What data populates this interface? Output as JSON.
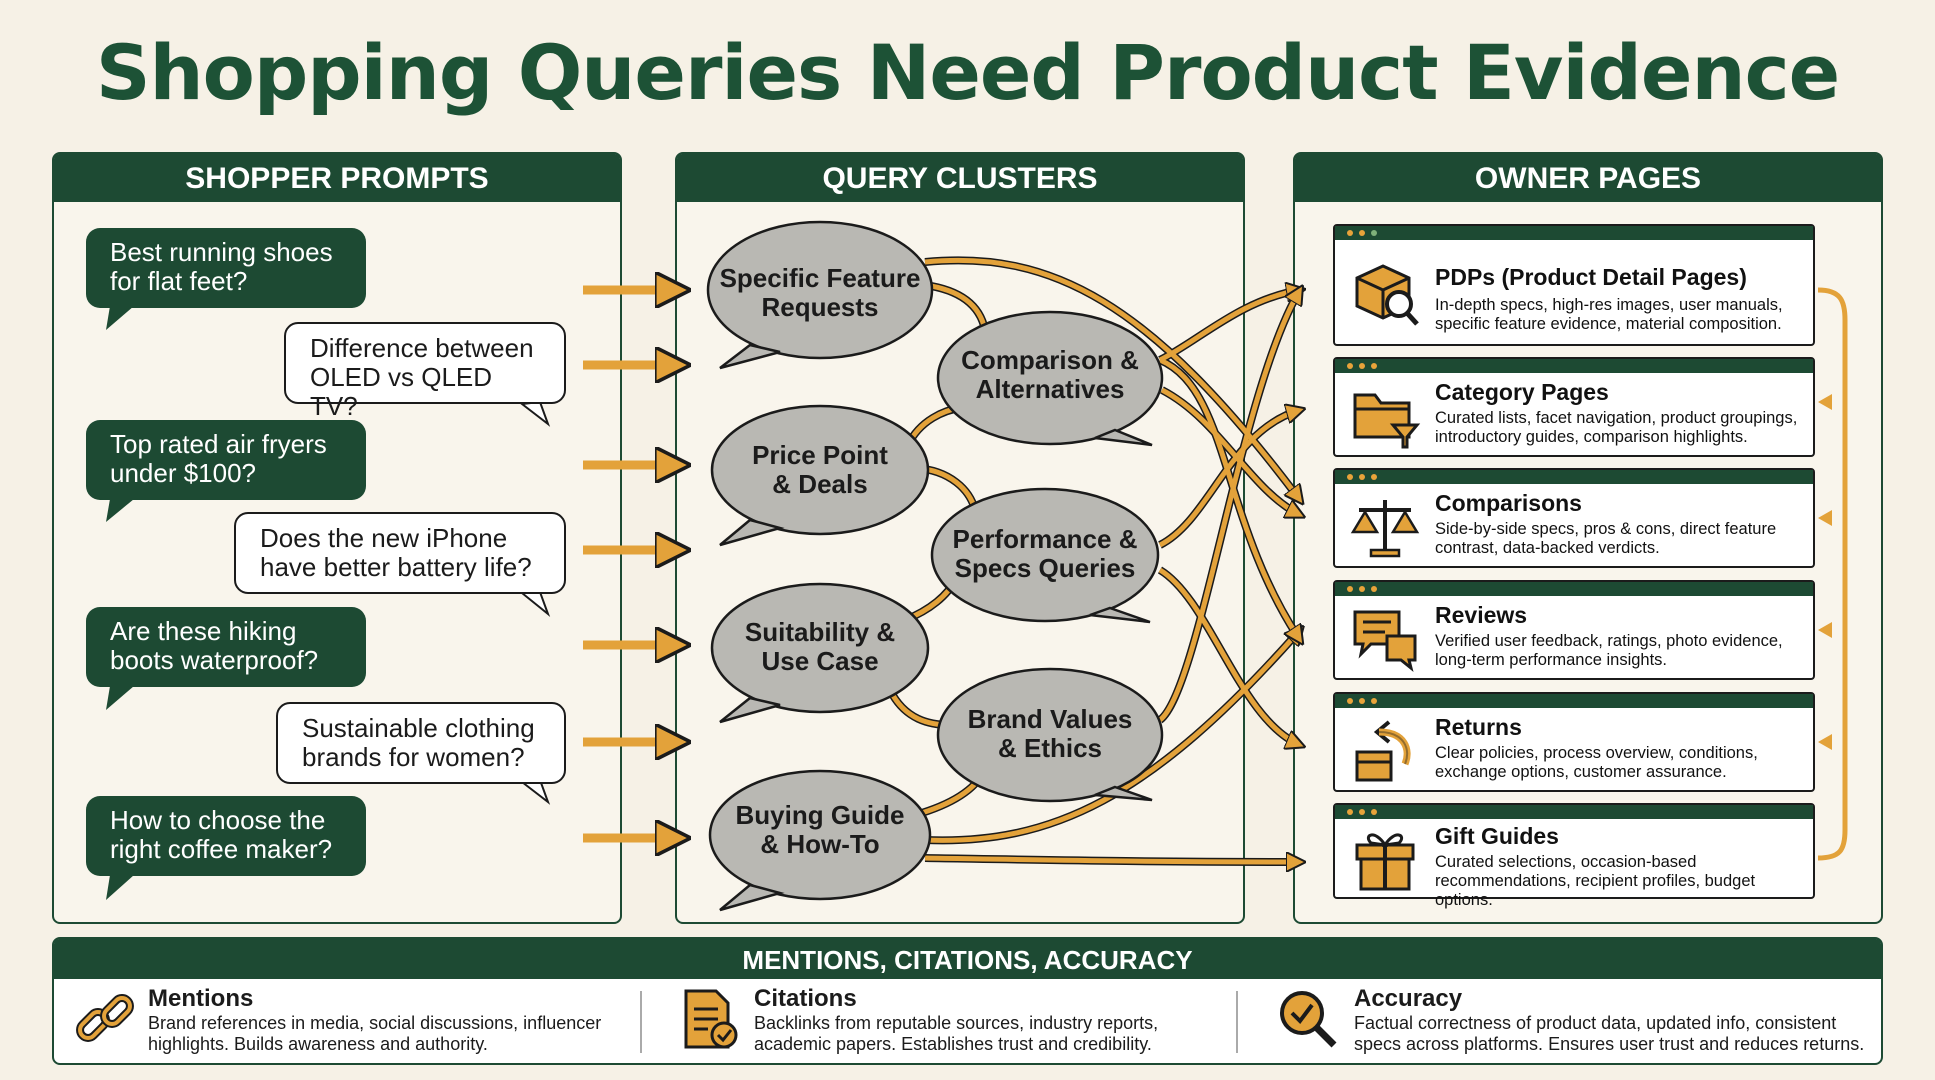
{
  "title": "Shopping Queries Need Product Evidence",
  "columns": {
    "prompts": "SHOPPER PROMPTS",
    "clusters": "QUERY CLUSTERS",
    "owners": "OWNER PAGES"
  },
  "prompts": [
    {
      "line1": "Best running shoes",
      "line2": "for flat feet?"
    },
    {
      "line1": "Difference between",
      "line2": "OLED vs QLED TV?"
    },
    {
      "line1": "Top rated air fryers",
      "line2": "under $100?"
    },
    {
      "line1": "Does the new iPhone",
      "line2": "have better battery life?"
    },
    {
      "line1": "Are these hiking",
      "line2": "boots waterproof?"
    },
    {
      "line1": "Sustainable clothing",
      "line2": "brands for women?"
    },
    {
      "line1": "How to choose the",
      "line2": "right coffee maker?"
    }
  ],
  "clusters": [
    {
      "line1": "Specific Feature",
      "line2": "Requests"
    },
    {
      "line1": "Comparison &",
      "line2": "Alternatives"
    },
    {
      "line1": "Price Point",
      "line2": "& Deals"
    },
    {
      "line1": "Performance &",
      "line2": "Specs Queries"
    },
    {
      "line1": "Suitability &",
      "line2": "Use Case"
    },
    {
      "line1": "Brand Values",
      "line2": "& Ethics"
    },
    {
      "line1": "Buying Guide",
      "line2": "& How-To"
    }
  ],
  "owner_pages": [
    {
      "title": "PDPs (Product Detail Pages)",
      "line1": "In-depth specs, high-res images, user manuals,",
      "line2": "specific feature evidence, material composition.",
      "icon": "box-magnifier-icon"
    },
    {
      "title": "Category Pages",
      "line1": "Curated lists, facet navigation, product groupings,",
      "line2": "introductory guides, comparison highlights.",
      "icon": "folder-filter-icon"
    },
    {
      "title": "Comparisons",
      "line1": "Side-by-side specs, pros & cons, direct feature",
      "line2": "contrast, data-backed verdicts.",
      "icon": "balance-scale-icon"
    },
    {
      "title": "Reviews",
      "line1": "Verified user feedback, ratings, photo evidence,",
      "line2": "long-term performance insights.",
      "icon": "chat-bubbles-icon"
    },
    {
      "title": "Returns",
      "line1": "Clear policies, process overview, conditions,",
      "line2": "exchange options, customer assurance.",
      "icon": "return-box-icon"
    },
    {
      "title": "Gift Guides",
      "line1": "Curated selections, occasion-based",
      "line2": "recommendations, recipient profiles, budget options.",
      "icon": "gift-icon"
    }
  ],
  "bottom": {
    "title": "MENTIONS, CITATIONS, ACCURACY",
    "items": [
      {
        "title": "Mentions",
        "line1": "Brand references in media, social discussions, influencer",
        "line2": "highlights. Builds awareness and authority.",
        "icon": "chain-link-icon"
      },
      {
        "title": "Citations",
        "line1": "Backlinks from reputable sources, industry reports,",
        "line2": "academic papers. Establishes trust and credibility.",
        "icon": "document-check-icon"
      },
      {
        "title": "Accuracy",
        "line1": "Factual correctness of product data, updated info, consistent",
        "line2": "specs across platforms. Ensures user trust and reduces returns.",
        "icon": "magnifier-check-icon"
      }
    ]
  },
  "colors": {
    "green": "#1d4a33",
    "title_green": "#1d5236",
    "orange": "#e3a23a",
    "bubble_gray": "#b9b8b3",
    "background": "#f6f1e6"
  }
}
